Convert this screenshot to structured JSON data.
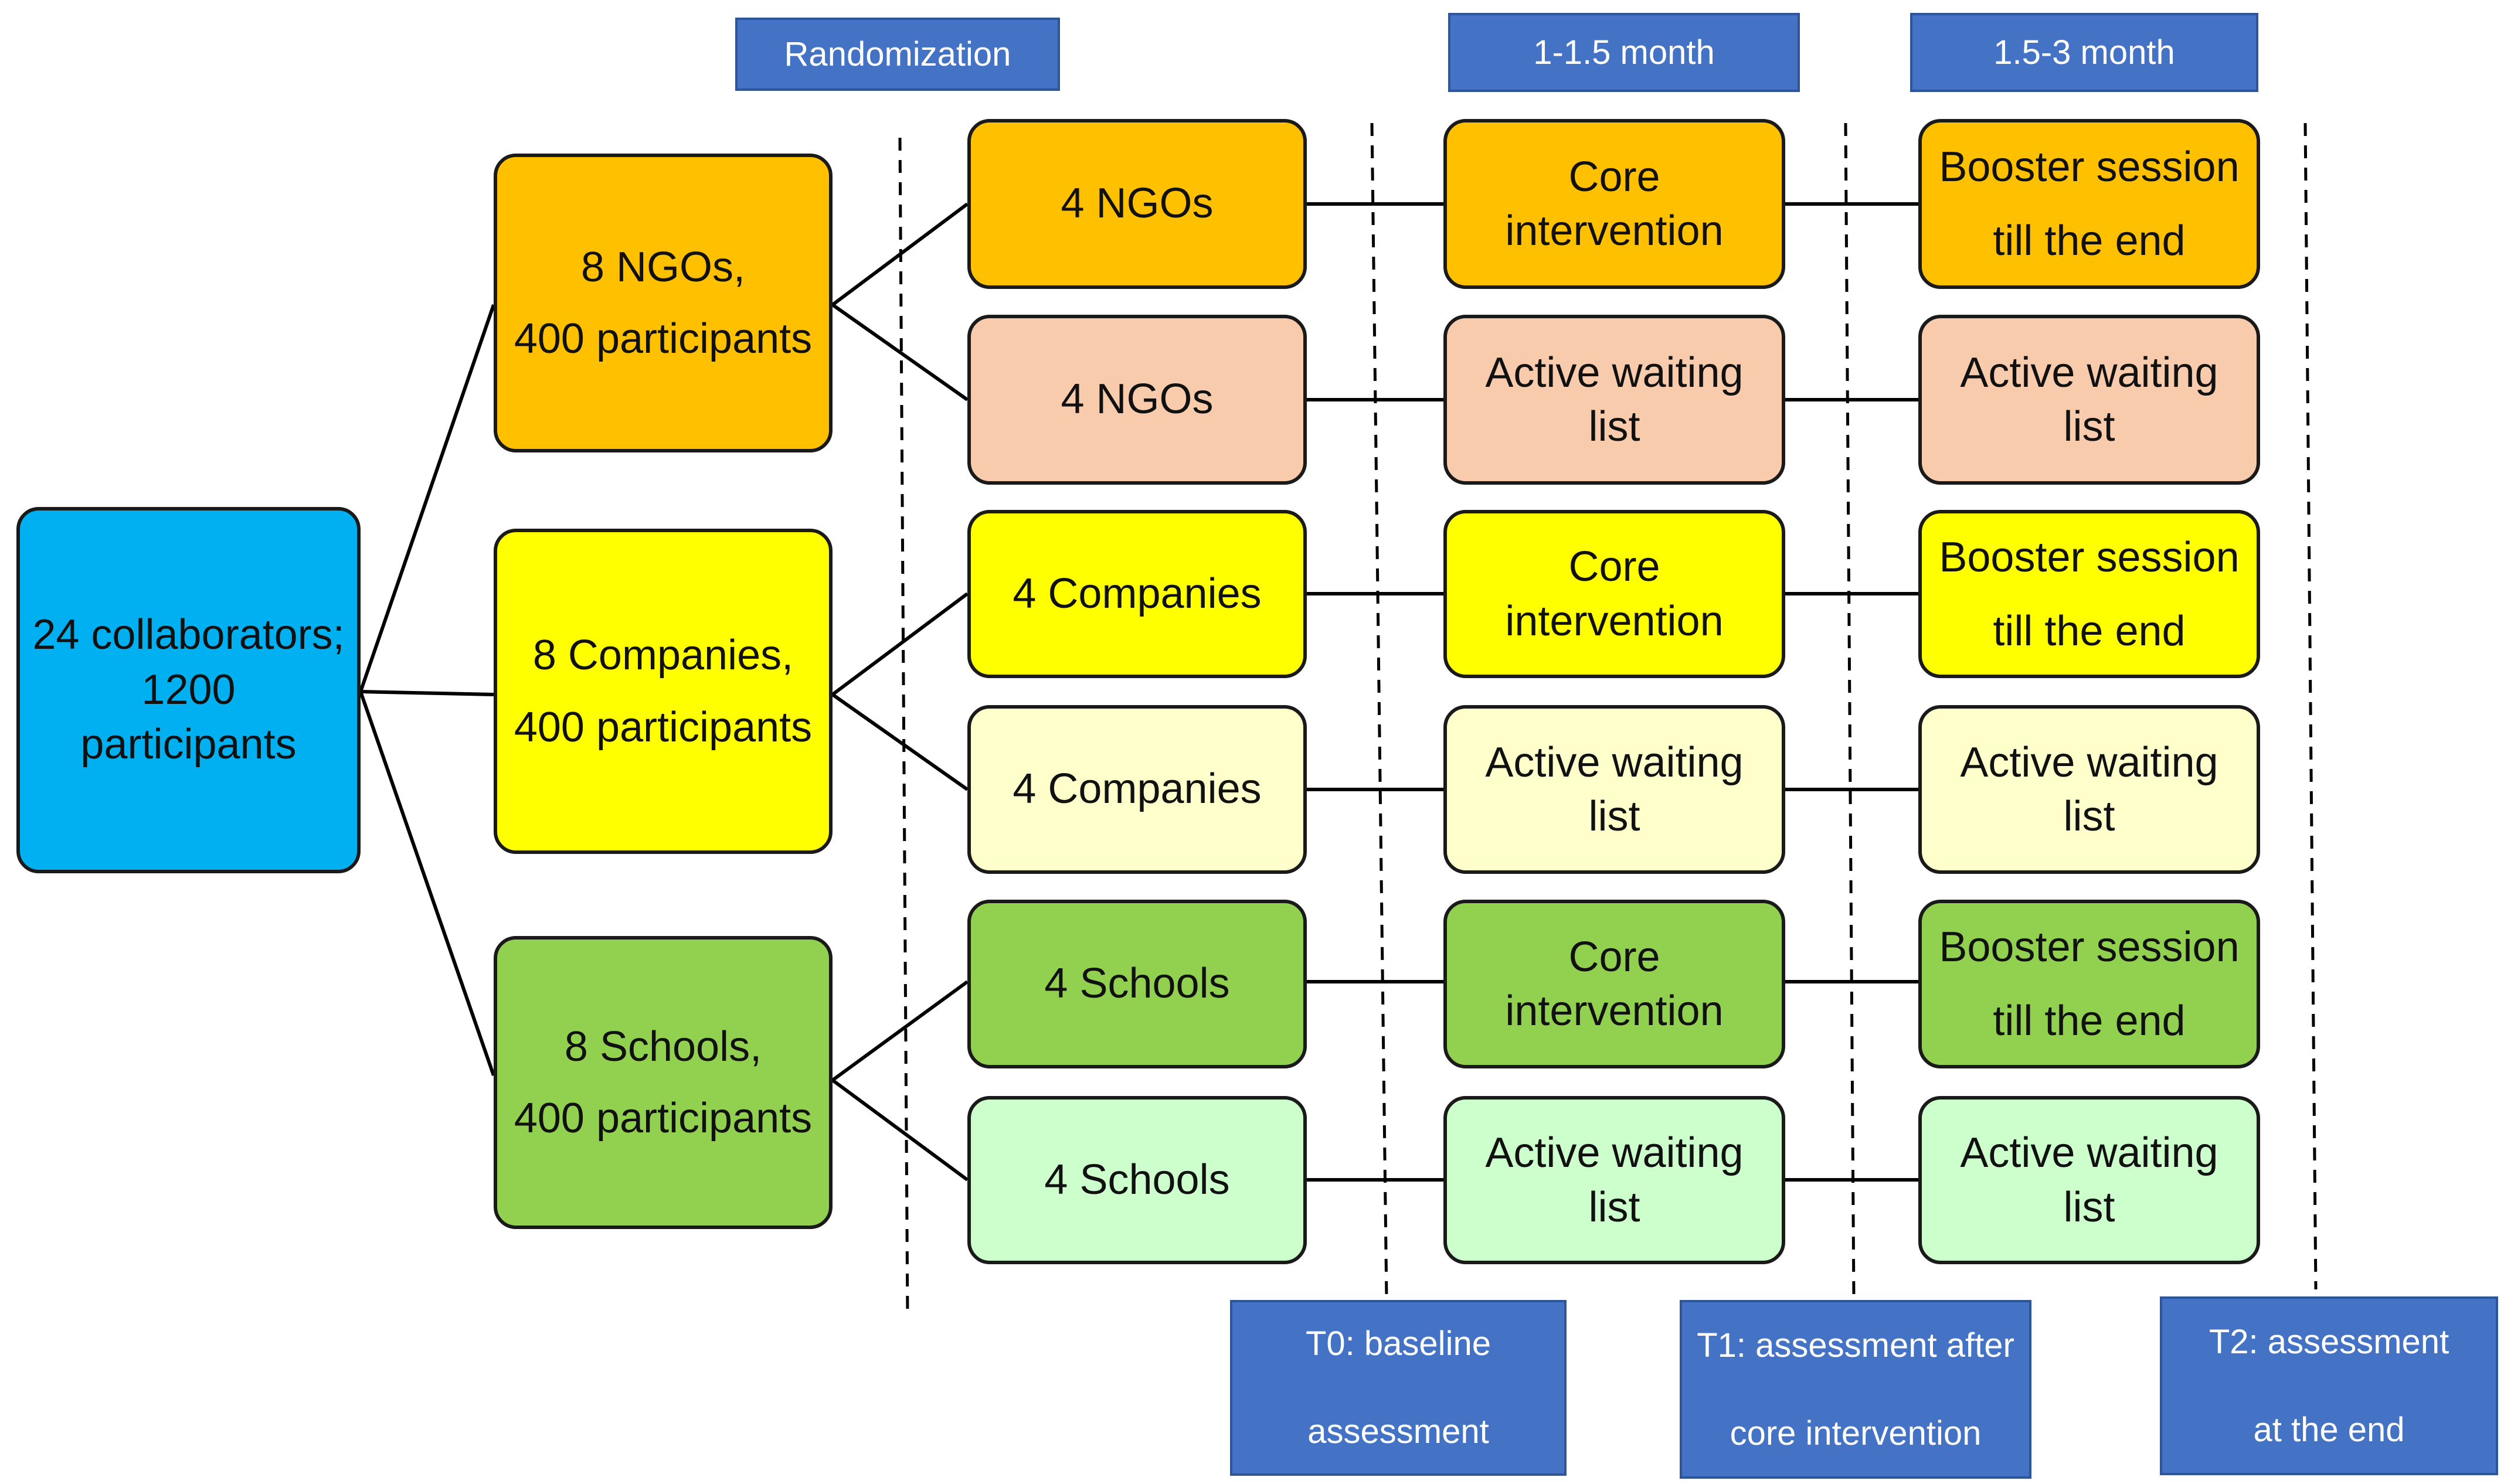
{
  "colors": {
    "root": "#00b0f0",
    "ngo_main": "#ffc000",
    "ngo_light": "#f8cbad",
    "company_main": "#ffff00",
    "company_light": "#ffffcc",
    "school_main": "#92d050",
    "school_light": "#ccffcc",
    "label_box": "#4472c4",
    "line": "#000000"
  },
  "headers": {
    "randomization": "Randomization",
    "phase1": "1-1.5 month",
    "phase2": "1.5-3 month"
  },
  "root": {
    "line1": "24 collaborators;",
    "line2": "1200 participants"
  },
  "groups": {
    "ngo": {
      "line1": "8 NGOs,",
      "line2": "400 participants",
      "arm_a": "4 NGOs",
      "arm_b": "4 NGOs"
    },
    "company": {
      "line1": "8 Companies,",
      "line2": "400 participants",
      "arm_a": "4 Companies",
      "arm_b": "4 Companies"
    },
    "school": {
      "line1": "8 Schools,",
      "line2": "400 participants",
      "arm_a": "4 Schools",
      "arm_b": "4 Schools"
    }
  },
  "intervention": {
    "core_line1": "Core",
    "core_line2": "intervention",
    "waiting_line1": "Active waiting",
    "waiting_line2": "list",
    "booster_line1": "Booster session",
    "booster_line2": "till the end"
  },
  "timepoints": {
    "t0_line1": "T0: baseline",
    "t0_line2": "assessment",
    "t1_line1": "T1: assessment after",
    "t1_line2": "core intervention",
    "t2_line1": "T2: assessment",
    "t2_line2": "at the end"
  }
}
